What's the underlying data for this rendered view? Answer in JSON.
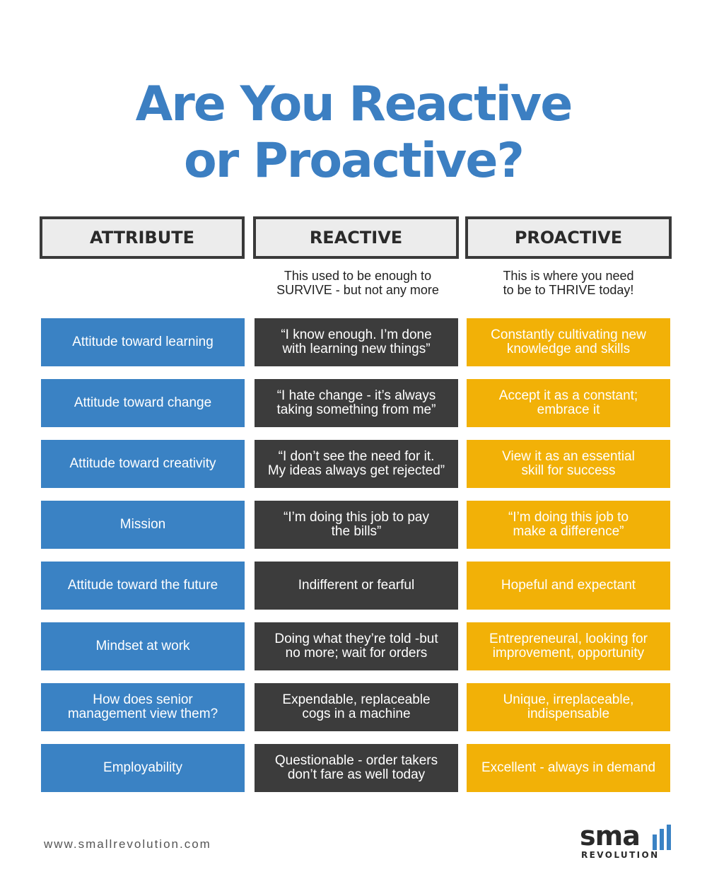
{
  "title": {
    "line1": "Are You Reactive",
    "line2": "or Proactive?"
  },
  "headers": {
    "attribute": "ATTRIBUTE",
    "reactive": "REACTIVE",
    "proactive": "PROACTIVE"
  },
  "subtitles": {
    "reactive": [
      "This used to be enough to",
      "SURVIVE - but not any more"
    ],
    "proactive": [
      "This is where you need",
      "to be to THRIVE today!"
    ]
  },
  "rows": [
    {
      "attribute": [
        "Attitude toward learning"
      ],
      "reactive": [
        "“I know enough. I’m done",
        "with learning new things”"
      ],
      "proactive": [
        "Constantly cultivating new",
        "knowledge and skills"
      ]
    },
    {
      "attribute": [
        "Attitude toward change"
      ],
      "reactive": [
        "“I hate change - it’s always",
        "taking something from me”"
      ],
      "proactive": [
        "Accept it as a constant;",
        "embrace it"
      ]
    },
    {
      "attribute": [
        "Attitude toward creativity"
      ],
      "reactive": [
        "“I don’t see the need for it.",
        "My ideas always get rejected”"
      ],
      "proactive": [
        "View it as an essential",
        "skill for success"
      ]
    },
    {
      "attribute": [
        "Mission"
      ],
      "reactive": [
        "“I’m doing this job to pay",
        "the bills”"
      ],
      "proactive": [
        "“I’m doing this job to",
        "make a difference”"
      ]
    },
    {
      "attribute": [
        "Attitude toward the future"
      ],
      "reactive": [
        "Indifferent or fearful"
      ],
      "proactive": [
        "Hopeful and expectant"
      ]
    },
    {
      "attribute": [
        "Mindset at work"
      ],
      "reactive": [
        "Doing what they’re told -but",
        "no more; wait for orders"
      ],
      "proactive": [
        "Entrepreneural, looking for",
        "improvement, opportunity"
      ]
    },
    {
      "attribute": [
        "How does senior",
        "management view them?"
      ],
      "reactive": [
        "Expendable, replaceable",
        "cogs in a machine"
      ],
      "proactive": [
        "Unique, irreplaceable,",
        "indispensable"
      ]
    },
    {
      "attribute": [
        "Employability"
      ],
      "reactive": [
        "Questionable - order takers",
        "don’t fare as well today"
      ],
      "proactive": [
        "Excellent - always in demand"
      ]
    }
  ],
  "footer": {
    "url": "www.smallrevolution.com"
  },
  "logo": {
    "word": "sma",
    "sub": "REVOLUTION"
  },
  "colors": {
    "title": "#3c7fc2",
    "attribute": "#3a82c4",
    "reactive": "#3c3c3c",
    "proactive": "#f2b107"
  }
}
